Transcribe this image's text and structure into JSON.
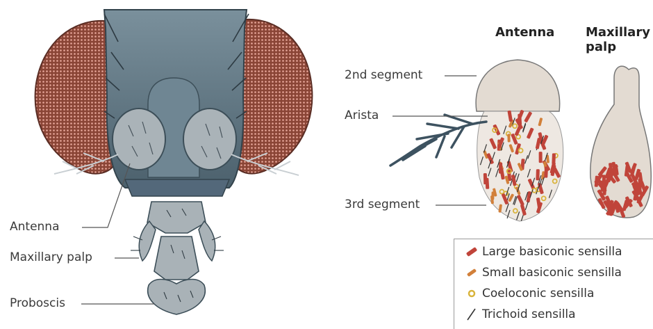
{
  "headers": {
    "antenna": "Antenna",
    "maxillary_palp_line1": "Maxillary",
    "maxillary_palp_line2": "palp"
  },
  "head_labels": {
    "antenna": "Antenna",
    "maxillary_palp": "Maxillary palp",
    "proboscis": "Proboscis"
  },
  "antenna_labels": {
    "second_segment": "2nd segment",
    "arista": "Arista",
    "third_segment": "3rd segment"
  },
  "legend": [
    {
      "label": "Large basiconic sensilla",
      "icon": "large-basiconic-icon",
      "color": "#c0443a"
    },
    {
      "label": "Small basiconic sensilla",
      "icon": "small-basiconic-icon",
      "color": "#d2803a"
    },
    {
      "label": "Coeloconic sensilla",
      "icon": "coeloconic-icon",
      "color": "#d9b43c"
    },
    {
      "label": "Trichoid sensilla",
      "icon": "trichoid-icon",
      "color": "#333333"
    }
  ],
  "colors": {
    "head": "#5f7582",
    "eye": "#8d4a3c",
    "segment": "#e3dbd2",
    "arista": "#3d5260"
  }
}
